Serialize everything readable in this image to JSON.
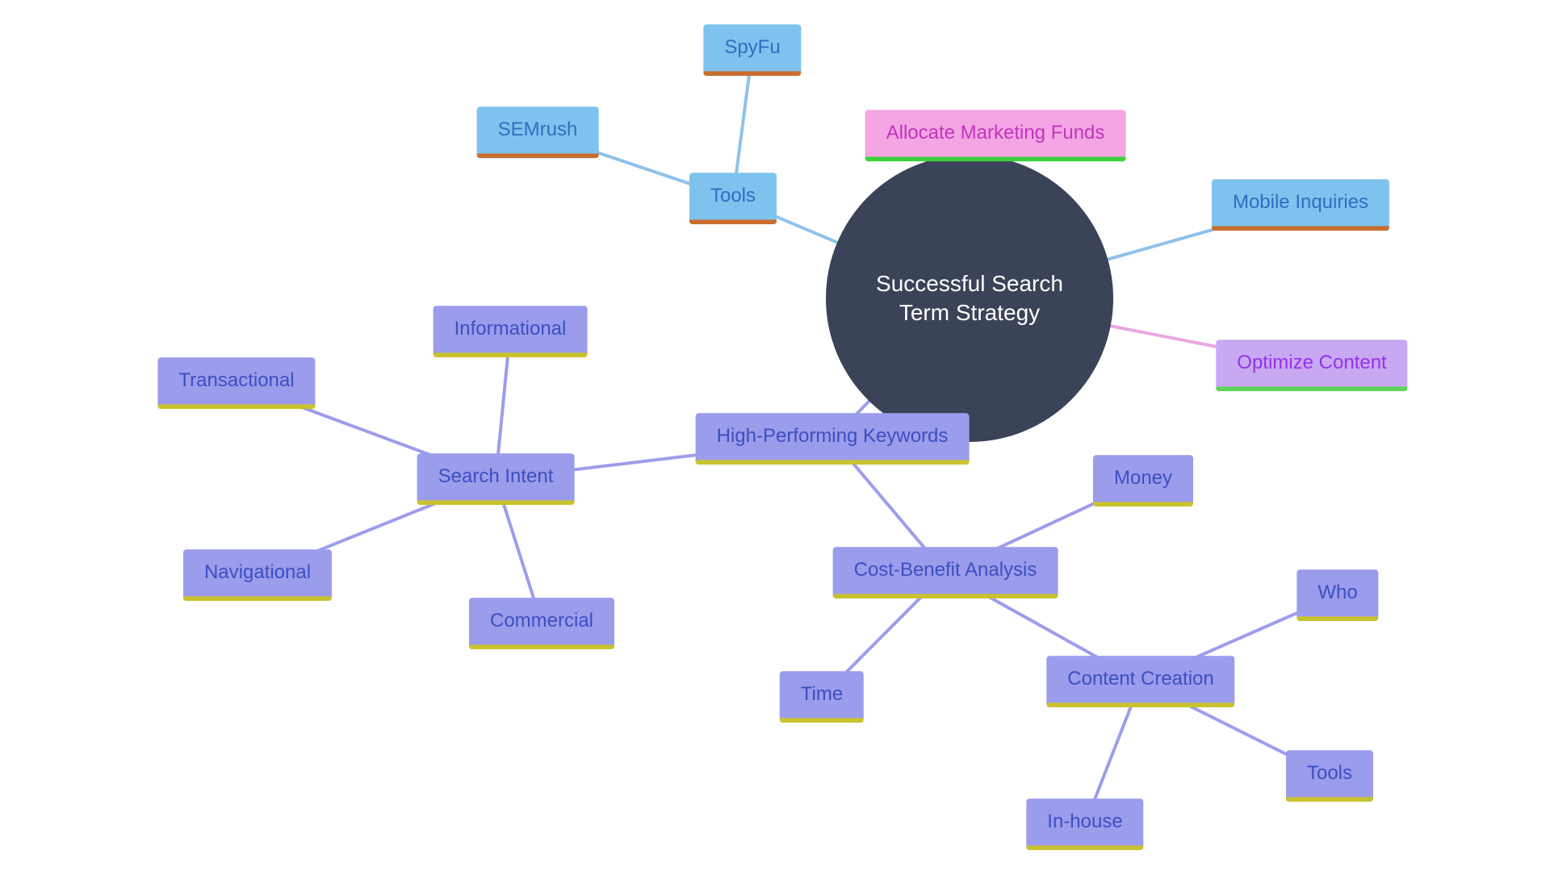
{
  "diagram": {
    "type": "mindmap",
    "center_label": "Successful Search Term Strategy",
    "nodes": [
      {
        "id": "spyfu",
        "label": "SpyFu",
        "style": "blue"
      },
      {
        "id": "semrush",
        "label": "SEMrush",
        "style": "blue"
      },
      {
        "id": "tools-top",
        "label": "Tools",
        "style": "blue"
      },
      {
        "id": "allocate-funds",
        "label": "Allocate Marketing Funds",
        "style": "pink"
      },
      {
        "id": "mobile-inquiries",
        "label": "Mobile Inquiries",
        "style": "blue"
      },
      {
        "id": "optimize-content",
        "label": "Optimize Content",
        "style": "purple"
      },
      {
        "id": "high-performing",
        "label": "High-Performing Keywords",
        "style": "peri"
      },
      {
        "id": "search-intent",
        "label": "Search Intent",
        "style": "peri"
      },
      {
        "id": "informational",
        "label": "Informational",
        "style": "peri"
      },
      {
        "id": "transactional",
        "label": "Transactional",
        "style": "peri"
      },
      {
        "id": "navigational",
        "label": "Navigational",
        "style": "peri"
      },
      {
        "id": "commercial",
        "label": "Commercial",
        "style": "peri"
      },
      {
        "id": "cost-benefit",
        "label": "Cost-Benefit Analysis",
        "style": "peri"
      },
      {
        "id": "money",
        "label": "Money",
        "style": "peri"
      },
      {
        "id": "time",
        "label": "Time",
        "style": "peri"
      },
      {
        "id": "content-creation",
        "label": "Content Creation",
        "style": "peri"
      },
      {
        "id": "who",
        "label": "Who",
        "style": "peri"
      },
      {
        "id": "tools-bottom",
        "label": "Tools",
        "style": "peri"
      },
      {
        "id": "in-house",
        "label": "In-house",
        "style": "peri"
      }
    ],
    "edges": [
      {
        "from": "tools-top",
        "to": "spyfu",
        "color_group": "blue"
      },
      {
        "from": "tools-top",
        "to": "semrush",
        "color_group": "blue"
      },
      {
        "from": "tools-top",
        "to": "center",
        "color_group": "blue"
      },
      {
        "from": "center",
        "to": "mobile-inquiries",
        "color_group": "blue"
      },
      {
        "from": "center",
        "to": "optimize-content",
        "color_group": "pink"
      },
      {
        "from": "center",
        "to": "high-performing",
        "color_group": "peri"
      },
      {
        "from": "high-performing",
        "to": "search-intent",
        "color_group": "peri"
      },
      {
        "from": "search-intent",
        "to": "informational",
        "color_group": "peri"
      },
      {
        "from": "search-intent",
        "to": "transactional",
        "color_group": "peri"
      },
      {
        "from": "search-intent",
        "to": "navigational",
        "color_group": "peri"
      },
      {
        "from": "search-intent",
        "to": "commercial",
        "color_group": "peri"
      },
      {
        "from": "high-performing",
        "to": "cost-benefit",
        "color_group": "peri"
      },
      {
        "from": "cost-benefit",
        "to": "money",
        "color_group": "peri"
      },
      {
        "from": "cost-benefit",
        "to": "time",
        "color_group": "peri"
      },
      {
        "from": "cost-benefit",
        "to": "content-creation",
        "color_group": "peri"
      },
      {
        "from": "content-creation",
        "to": "who",
        "color_group": "peri"
      },
      {
        "from": "content-creation",
        "to": "tools-bottom",
        "color_group": "peri"
      },
      {
        "from": "content-creation",
        "to": "in-house",
        "color_group": "peri"
      }
    ],
    "palette": {
      "center_bg": "#3A4357",
      "center_text": "#FFFFFF",
      "blue_node_bg": "#7EC3EE",
      "blue_node_text": "#2D6FC1",
      "blue_node_underline": "#C96F2E",
      "pink_node_bg": "#F4A5E4",
      "pink_node_text": "#C135BB",
      "purple_node_bg": "#C9A8F2",
      "purple_node_text": "#9333EA",
      "green_underline": "#3BD23B",
      "peri_node_bg": "#9C9CEC",
      "peri_node_text": "#3A50C2",
      "yellow_underline": "#C9C22E",
      "edge_blue": "#8FC1EA",
      "edge_pink": "#E9A8E2",
      "edge_peri": "#9D9DEB"
    }
  }
}
